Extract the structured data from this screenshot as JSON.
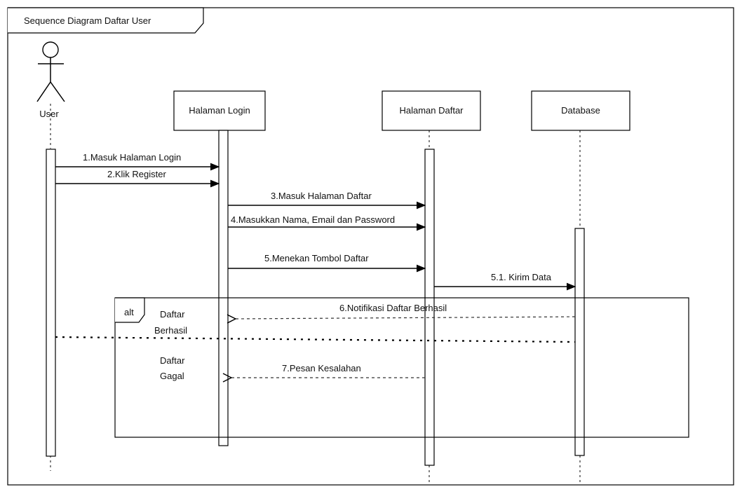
{
  "frame": {
    "title": "Sequence Diagram Daftar User"
  },
  "actor": {
    "name": "User"
  },
  "participants": {
    "login": "Halaman Login",
    "daftar": "Halaman Daftar",
    "database": "Database"
  },
  "messages": {
    "m1": "1.Masuk Halaman Login",
    "m2": "2.Klik Register",
    "m3": "3.Masuk Halaman Daftar",
    "m4": "4.Masukkan Nama, Email dan Password",
    "m5": "5.Menekan Tombol Daftar",
    "m51": "5.1. Kirim Data",
    "m6": "6.Notifikasi Daftar Berhasil",
    "m7": "7.Pesan Kesalahan"
  },
  "alt": {
    "label": "alt",
    "guard1_line1": "Daftar",
    "guard1_line2": "Berhasil",
    "guard2_line1": "Daftar",
    "guard2_line2": "Gagal"
  }
}
